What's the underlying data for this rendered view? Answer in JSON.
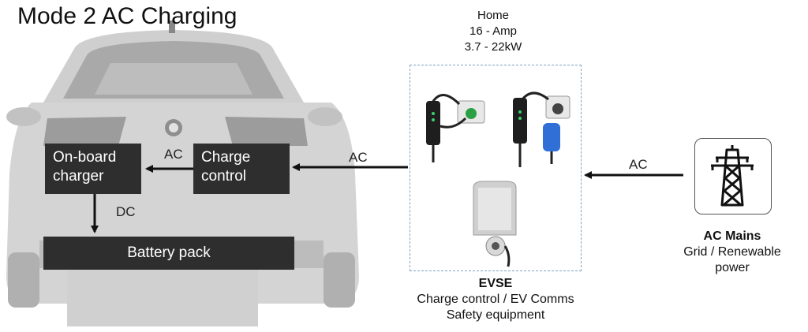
{
  "title": "Mode 2 AC Charging",
  "home": {
    "line1": "Home",
    "line2": "16 - Amp",
    "line3": "3.7 - 22kW"
  },
  "onboard_charger": "On-board\ncharger",
  "charge_control": "Charge\ncontrol",
  "battery_pack": "Battery pack",
  "labels": {
    "ac_between": "AC",
    "dc": "DC",
    "ac_to_car": "AC",
    "ac_from_mains": "AC"
  },
  "evse": {
    "title": "EVSE",
    "line1": "Charge control / EV Comms",
    "line2": "Safety equipment"
  },
  "mains": {
    "title": "AC Mains",
    "line1": "Grid / Renewable",
    "line2": "power"
  },
  "icons": {
    "car": "car-rear-icon",
    "tower": "power-tower-icon",
    "charger": "ev-charger-icon",
    "wallbox": "wallbox-icon"
  },
  "colors": {
    "box": "#2e2e2e",
    "dashed_border": "#7ea2c4",
    "car": "#c8c8c8"
  }
}
